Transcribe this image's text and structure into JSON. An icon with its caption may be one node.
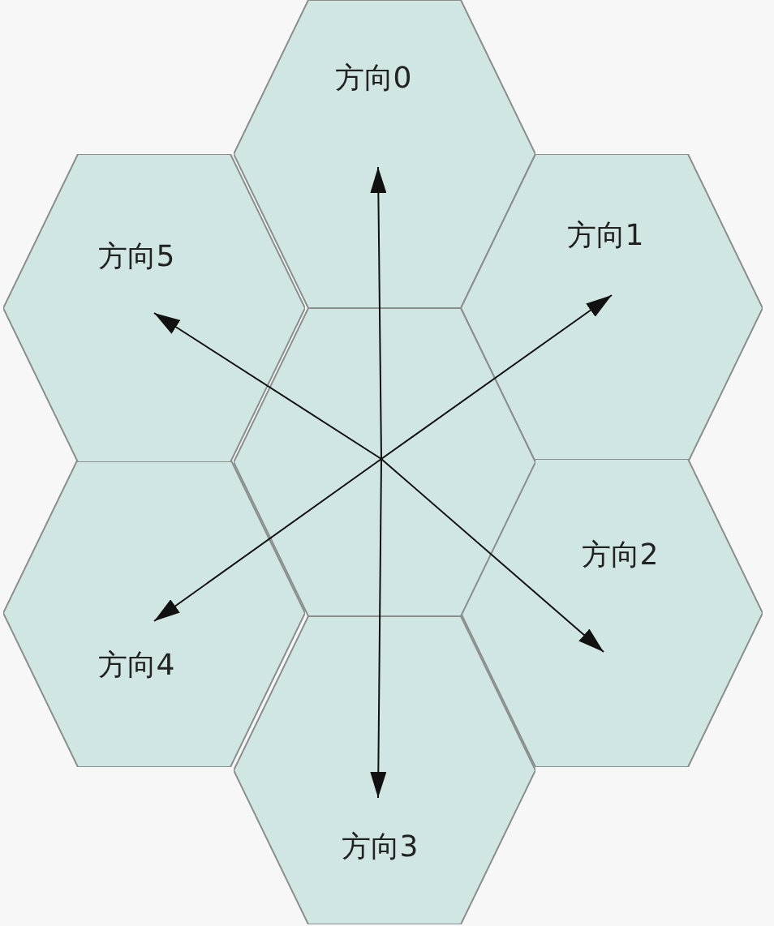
{
  "diagram": {
    "nodes": [
      {
        "text": [
          "方向0"
        ]
      },
      {
        "text": [
          "方向1"
        ]
      },
      {
        "text": [
          "方向2"
        ]
      },
      {
        "text": [
          "方向3"
        ]
      },
      {
        "text": [
          "方向4"
        ]
      },
      {
        "text": [
          "方向5"
        ]
      },
      {
        "text": [],
        "shape": "hexagon"
      }
    ],
    "edges": [
      {
        "from": 6,
        "to": 0,
        "arrow": "to"
      },
      {
        "from": 6,
        "to": 1,
        "arrow": "to"
      },
      {
        "from": 6,
        "to": 2,
        "arrow": "to"
      },
      {
        "from": 6,
        "to": 3,
        "arrow": "to"
      },
      {
        "from": 6,
        "to": 4,
        "arrow": "to"
      },
      {
        "from": 6,
        "to": 5,
        "arrow": "to"
      }
    ]
  }
}
